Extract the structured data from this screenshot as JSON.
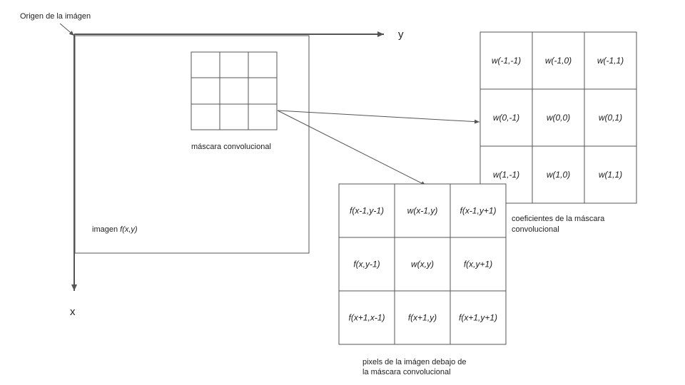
{
  "origin_label": "Origen de la imágen",
  "axes": {
    "y": "y",
    "x": "x"
  },
  "image_label": {
    "prefix": "imagen ",
    "func": "f(x,y)"
  },
  "mask_label": "máscara convolucional",
  "coefficients": {
    "cells": [
      [
        "w(-1,-1)",
        "w(-1,0)",
        "w(-1,1)"
      ],
      [
        "w(0,-1)",
        "w(0,0)",
        "w(0,1)"
      ],
      [
        "w(1,-1)",
        "w(1,0)",
        "w(1,1)"
      ]
    ],
    "caption": [
      "coeficientes de la máscara",
      "convolucional"
    ]
  },
  "pixels": {
    "cells": [
      [
        "f(x-1,y-1)",
        "w(x-1,y)",
        "f(x-1,y+1)"
      ],
      [
        "f(x,y-1)",
        "w(x,y)",
        "f(x,y+1)"
      ],
      [
        "f(x+1,x-1)",
        "f(x+1,y)",
        "f(x+1,y+1)"
      ]
    ],
    "caption": [
      "pixels de la imágen debajo de",
      "la máscara convolucional"
    ]
  },
  "colors": {
    "line": "#555555",
    "text": "#222222"
  }
}
